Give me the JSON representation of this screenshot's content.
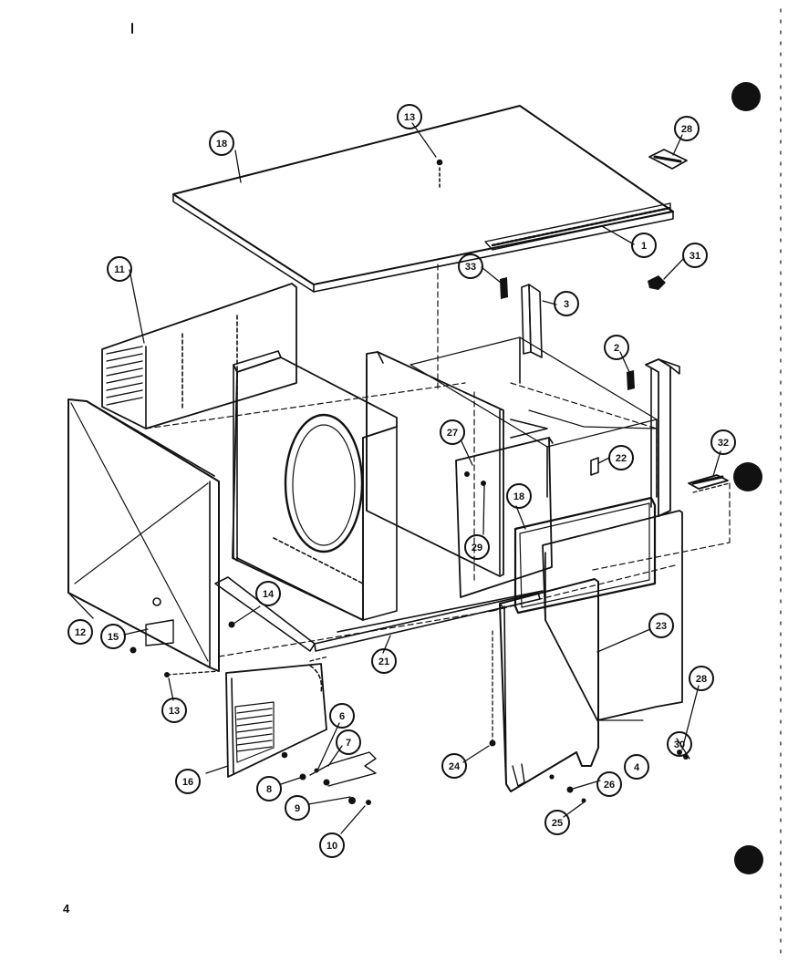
{
  "page": {
    "page_number": "4",
    "ink_color": "#111111",
    "paper_color": "#ffffff"
  },
  "diagram": {
    "callouts": [
      {
        "id": "c-18-top",
        "label": "18"
      },
      {
        "id": "c-13-top",
        "label": "13"
      },
      {
        "id": "c-28-top",
        "label": "28"
      },
      {
        "id": "c-1",
        "label": "1"
      },
      {
        "id": "c-31",
        "label": "31"
      },
      {
        "id": "c-33",
        "label": "33"
      },
      {
        "id": "c-3",
        "label": "3"
      },
      {
        "id": "c-11",
        "label": "11"
      },
      {
        "id": "c-2",
        "label": "2"
      },
      {
        "id": "c-27",
        "label": "27"
      },
      {
        "id": "c-22",
        "label": "22"
      },
      {
        "id": "c-32",
        "label": "32"
      },
      {
        "id": "c-18-mid",
        "label": "18"
      },
      {
        "id": "c-29",
        "label": "29"
      },
      {
        "id": "c-14",
        "label": "14"
      },
      {
        "id": "c-12",
        "label": "12"
      },
      {
        "id": "c-15",
        "label": "15"
      },
      {
        "id": "c-21",
        "label": "21"
      },
      {
        "id": "c-23",
        "label": "23"
      },
      {
        "id": "c-13-bot",
        "label": "13"
      },
      {
        "id": "c-6",
        "label": "6"
      },
      {
        "id": "c-7",
        "label": "7"
      },
      {
        "id": "c-28-bot",
        "label": "28"
      },
      {
        "id": "c-30",
        "label": "30"
      },
      {
        "id": "c-24",
        "label": "24"
      },
      {
        "id": "c-4",
        "label": "4"
      },
      {
        "id": "c-16",
        "label": "16"
      },
      {
        "id": "c-8",
        "label": "8"
      },
      {
        "id": "c-26-a",
        "label": "26"
      },
      {
        "id": "c-9",
        "label": "9"
      },
      {
        "id": "c-25",
        "label": "25"
      },
      {
        "id": "c-10",
        "label": "10"
      }
    ]
  }
}
